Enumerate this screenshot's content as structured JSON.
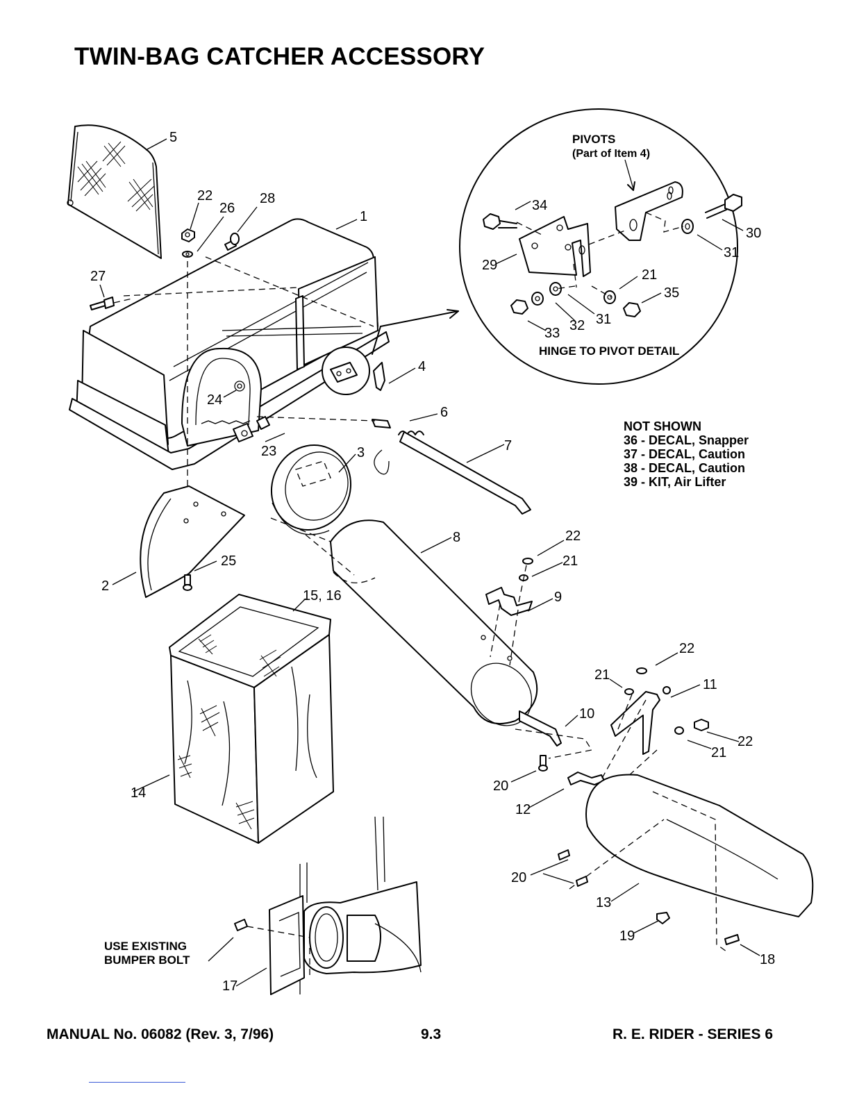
{
  "title": "TWIN-BAG CATCHER ACCESSORY",
  "detail": {
    "pivots_label": "PIVOTS",
    "pivots_note": "(Part of Item 4)",
    "caption": "HINGE TO PIVOT DETAIL",
    "callouts": [
      "34",
      "30",
      "31",
      "29",
      "21",
      "35",
      "33",
      "32",
      "31"
    ]
  },
  "callouts": [
    "5",
    "22",
    "26",
    "28",
    "1",
    "27",
    "4",
    "24",
    "6",
    "23",
    "3",
    "7",
    "8",
    "22",
    "21",
    "9",
    "2",
    "25",
    "15, 16",
    "22",
    "21",
    "11",
    "10",
    "22",
    "21",
    "14",
    "20",
    "12",
    "20",
    "13",
    "19",
    "18",
    "17"
  ],
  "bumper_note": [
    "USE EXISTING",
    "BUMPER BOLT"
  ],
  "not_shown": {
    "heading": "NOT SHOWN",
    "items": [
      "36 - DECAL, Snapper",
      "37 - DECAL, Caution",
      "38 - DECAL, Caution",
      "39 - KIT, Air Lifter"
    ]
  },
  "footer": {
    "manual": "MANUAL No. 06082 (Rev. 3, 7/96)",
    "page": "9.3",
    "series": "R. E. RIDER - SERIES 6"
  }
}
